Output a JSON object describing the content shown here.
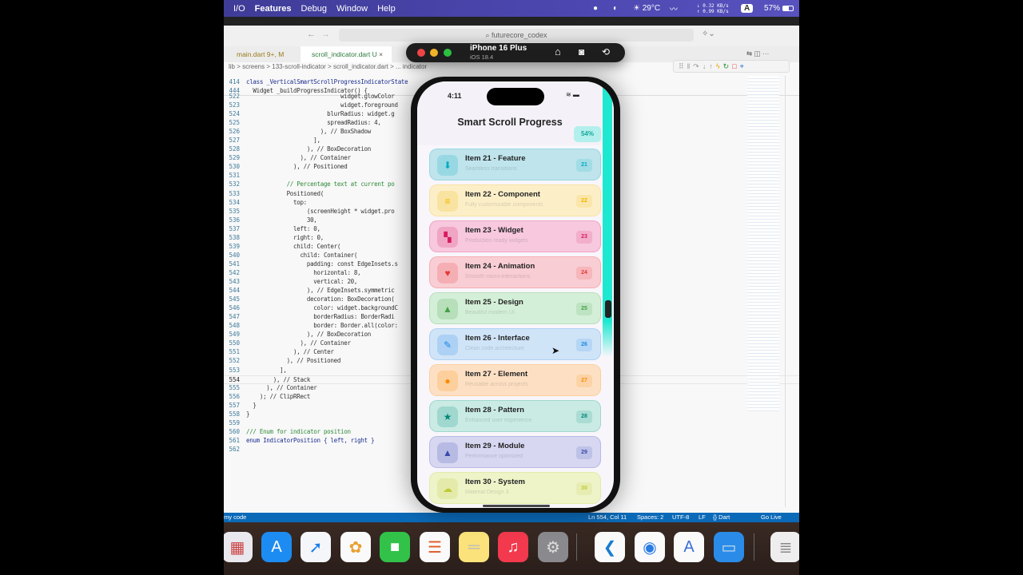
{
  "menubar": {
    "items": [
      "I/O",
      "Features",
      "Debug",
      "Window",
      "Help"
    ],
    "weather": "29°C",
    "net_down": "↓ 0.32 KB/s",
    "net_up": "↑ 0.99 KB/s",
    "input": "A",
    "battery": "57%"
  },
  "editor": {
    "search": "futurecore_codex",
    "tabs": [
      {
        "label": "main.dart 9+, M"
      },
      {
        "label": "scroll_indicator.dart U"
      }
    ],
    "tab_close": "×",
    "breadcrumb": "lib > screens > 133-scroll-indicator > scroll_indicator.dart > ... indicator",
    "lines": [
      {
        "n": "414",
        "t": "class _VerticalSmartScrollProgressIndicatorState",
        "k": "kw"
      },
      {
        "n": "444",
        "t": "  Widget _buildProgressIndicator() {",
        "k": ""
      },
      {
        "n": "522",
        "t": "                            widget.glowColor",
        "k": ""
      },
      {
        "n": "523",
        "t": "                            widget.foreground",
        "k": ""
      },
      {
        "n": "524",
        "t": "                        blurRadius: widget.g",
        "k": ""
      },
      {
        "n": "525",
        "t": "                        spreadRadius: 4,",
        "k": ""
      },
      {
        "n": "526",
        "t": "                      ), // BoxShadow",
        "k": ""
      },
      {
        "n": "527",
        "t": "                    ],",
        "k": ""
      },
      {
        "n": "528",
        "t": "                  ), // BoxDecoration",
        "k": ""
      },
      {
        "n": "529",
        "t": "                ), // Container",
        "k": ""
      },
      {
        "n": "530",
        "t": "              ), // Positioned",
        "k": ""
      },
      {
        "n": "531",
        "t": "",
        "k": ""
      },
      {
        "n": "532",
        "t": "            // Percentage text at current po",
        "k": "comment"
      },
      {
        "n": "533",
        "t": "            Positioned(",
        "k": ""
      },
      {
        "n": "534",
        "t": "              top:",
        "k": ""
      },
      {
        "n": "535",
        "t": "                  (screenHeight * widget.pro",
        "k": ""
      },
      {
        "n": "536",
        "t": "                  30,",
        "k": ""
      },
      {
        "n": "537",
        "t": "              left: 0,",
        "k": ""
      },
      {
        "n": "538",
        "t": "              right: 0,",
        "k": ""
      },
      {
        "n": "539",
        "t": "              child: Center(",
        "k": ""
      },
      {
        "n": "540",
        "t": "                child: Container(",
        "k": ""
      },
      {
        "n": "541",
        "t": "                  padding: const EdgeInsets.s",
        "k": ""
      },
      {
        "n": "542",
        "t": "                    horizontal: 8,",
        "k": ""
      },
      {
        "n": "543",
        "t": "                    vertical: 20,",
        "k": ""
      },
      {
        "n": "544",
        "t": "                  ), // EdgeInsets.symmetric",
        "k": ""
      },
      {
        "n": "545",
        "t": "                  decoration: BoxDecoration(",
        "k": ""
      },
      {
        "n": "546",
        "t": "                    color: widget.backgroundC",
        "k": ""
      },
      {
        "n": "547",
        "t": "                    borderRadius: BorderRadi",
        "k": ""
      },
      {
        "n": "548",
        "t": "                    border: Border.all(color:",
        "k": ""
      },
      {
        "n": "549",
        "t": "                  ), // BoxDecoration",
        "k": ""
      },
      {
        "n": "550",
        "t": "                ), // Container",
        "k": ""
      },
      {
        "n": "551",
        "t": "              ), // Center",
        "k": ""
      },
      {
        "n": "552",
        "t": "            ), // Positioned",
        "k": ""
      },
      {
        "n": "553",
        "t": "          ],",
        "k": ""
      },
      {
        "n": "554",
        "t": "        ), // Stack",
        "k": ""
      },
      {
        "n": "555",
        "t": "      ), // Container",
        "k": ""
      },
      {
        "n": "556",
        "t": "    ); // ClipRRect",
        "k": ""
      },
      {
        "n": "557",
        "t": "  }",
        "k": ""
      },
      {
        "n": "558",
        "t": "}",
        "k": ""
      },
      {
        "n": "559",
        "t": "",
        "k": ""
      },
      {
        "n": "560",
        "t": "/// Enum for indicator position",
        "k": "comment"
      },
      {
        "n": "561",
        "t": "enum IndicatorPosition { left, right }",
        "k": "kw"
      },
      {
        "n": "562",
        "t": "",
        "k": ""
      }
    ]
  },
  "statusbar": {
    "left": "my code",
    "position": "Ln 554, Col 11",
    "spaces": "Spaces: 2",
    "encoding": "UTF-8",
    "eol": "LF",
    "language": "{} Dart",
    "golive": "Go Live"
  },
  "simulator": {
    "device": "iPhone 16 Plus",
    "os": "iOS 18.4"
  },
  "app": {
    "time": "4:11",
    "title": "Smart Scroll Progress",
    "percent": "54%",
    "progress": 0.54,
    "accent": "#1ee8d0",
    "items": [
      {
        "title": "Item 21 - Feature",
        "sub": "Seamless transitions",
        "badge": "21",
        "icon": "download-icon",
        "glyph": "⬇",
        "bg": "#bfe4ec",
        "fg": "#00acc1"
      },
      {
        "title": "Item 22 - Component",
        "sub": "Fully customizable components",
        "badge": "22",
        "icon": "tune-icon",
        "glyph": "≡",
        "bg": "#fcefc8",
        "fg": "#f2b600"
      },
      {
        "title": "Item 23 - Widget",
        "sub": "Production ready widgets",
        "badge": "23",
        "icon": "widgets-icon",
        "glyph": "▚",
        "bg": "#f7c8de",
        "fg": "#d81b60"
      },
      {
        "title": "Item 24 - Animation",
        "sub": "Smooth micro-interactions",
        "badge": "24",
        "icon": "heart-icon",
        "glyph": "♥",
        "bg": "#f9cdd4",
        "fg": "#e53935"
      },
      {
        "title": "Item 25 - Design",
        "sub": "Beautiful modern UI",
        "badge": "25",
        "icon": "landscape-icon",
        "glyph": "▲",
        "bg": "#d4efd7",
        "fg": "#43a047"
      },
      {
        "title": "Item 26 - Interface",
        "sub": "Clean code architecture",
        "badge": "26",
        "icon": "wrench-icon",
        "glyph": "✎",
        "bg": "#d0e4f8",
        "fg": "#1e88e5"
      },
      {
        "title": "Item 27 - Element",
        "sub": "Reusable across projects",
        "badge": "27",
        "icon": "palette-icon",
        "glyph": "●",
        "bg": "#fde0c4",
        "fg": "#fb8c00"
      },
      {
        "title": "Item 28 - Pattern",
        "sub": "Enhanced user experience",
        "badge": "28",
        "icon": "star-icon",
        "glyph": "★",
        "bg": "#c9ebe4",
        "fg": "#00897b"
      },
      {
        "title": "Item 29 - Module",
        "sub": "Performance optimized",
        "badge": "29",
        "icon": "rocket-icon",
        "glyph": "▲",
        "bg": "#d7d7f2",
        "fg": "#3949ab"
      },
      {
        "title": "Item 30 - System",
        "sub": "Material Design 3",
        "badge": "30",
        "icon": "cloud-icon",
        "glyph": "☁",
        "bg": "#eef4c8",
        "fg": "#c0ca33"
      }
    ]
  },
  "dock": [
    {
      "name": "launchpad",
      "glyph": "▦",
      "bg": "#e8e8ee",
      "fg": "#c44"
    },
    {
      "name": "app-store",
      "glyph": "A",
      "bg": "#1d8cf2",
      "fg": "#fff"
    },
    {
      "name": "safari",
      "glyph": "➚",
      "bg": "#f4f6fa",
      "fg": "#1a7de6"
    },
    {
      "name": "photos",
      "glyph": "✿",
      "bg": "#fafafa",
      "fg": "#e8a030"
    },
    {
      "name": "facetime",
      "glyph": "■",
      "bg": "#32c24a",
      "fg": "#fff"
    },
    {
      "name": "reminders",
      "glyph": "☰",
      "bg": "#fafafa",
      "fg": "#e06030"
    },
    {
      "name": "notes",
      "glyph": "═",
      "bg": "#fbe27a",
      "fg": "#bbb"
    },
    {
      "name": "music",
      "glyph": "♫",
      "bg": "#f2394d",
      "fg": "#fff"
    },
    {
      "name": "system-settings",
      "glyph": "⚙",
      "bg": "#8a8a8e",
      "fg": "#ddd"
    },
    {
      "name": "vscode",
      "glyph": "❮",
      "bg": "#fafafa",
      "fg": "#1a7cd0"
    },
    {
      "name": "chrome",
      "glyph": "◉",
      "bg": "#fafafa",
      "fg": "#2a7be4"
    },
    {
      "name": "android-studio",
      "glyph": "A",
      "bg": "#fafafa",
      "fg": "#3b6fd8"
    },
    {
      "name": "simulator",
      "glyph": "▭",
      "bg": "#2a8ce8",
      "fg": "#cde"
    },
    {
      "name": "document",
      "glyph": "≣",
      "bg": "#eee",
      "fg": "#888"
    }
  ]
}
